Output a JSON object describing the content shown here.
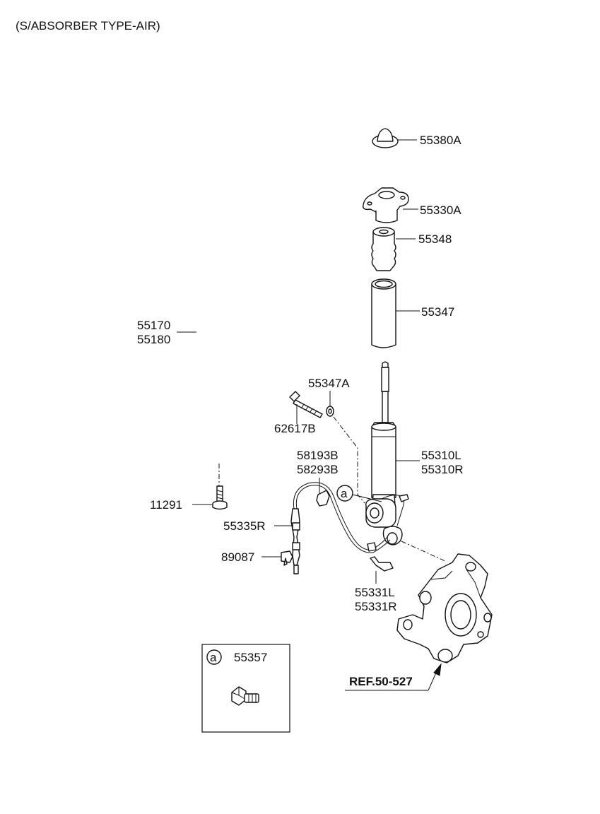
{
  "title": "(S/ABSORBER TYPE-AIR)",
  "labels": {
    "p55380A": "55380A",
    "p55330A": "55330A",
    "p55348": "55348",
    "p55347": "55347",
    "p55170": "55170",
    "p55180": "55180",
    "p55347A": "55347A",
    "p62617B": "62617B",
    "p55310L": "55310L",
    "p55310R": "55310R",
    "p58193B": "58193B",
    "p58293B": "58293B",
    "p11291": "11291",
    "p55335R": "55335R",
    "p89087": "89087",
    "p55331L": "55331L",
    "p55331R": "55331R",
    "ref": "REF.50-527"
  },
  "callout": {
    "letter": "a",
    "part": "55357"
  }
}
